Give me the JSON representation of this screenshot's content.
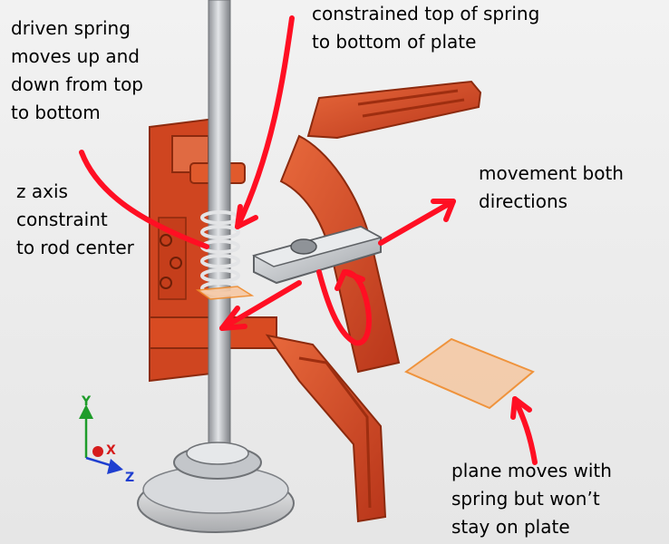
{
  "annotations": {
    "driven_spring": [
      "driven spring",
      "moves up and",
      "down from top",
      "to bottom"
    ],
    "constrained_top": [
      "constrained top of spring",
      "to bottom of plate"
    ],
    "z_axis": [
      "z axis",
      "constraint",
      "to rod center"
    ],
    "movement": [
      "movement both",
      "directions"
    ],
    "plane_moves": [
      "plane moves with",
      "spring but won’t",
      "stay on plate"
    ]
  },
  "triad": {
    "y_label": "Y",
    "x_label": "X",
    "z_label": "Z"
  },
  "colors": {
    "part_orange": "#d2451d",
    "part_orange_light": "#e8693c",
    "part_orange_dark": "#9e2e10",
    "markup_red": "#ff0f23",
    "rod_gray": "#b9bcc0",
    "plate_silver": "#cfd2d6",
    "work_plane": "#f4c9a6",
    "work_plane_edge": "#f08a2a",
    "axis_y": "#1e9c2a",
    "axis_x": "#d61c1c",
    "axis_z": "#1f3fd0"
  }
}
